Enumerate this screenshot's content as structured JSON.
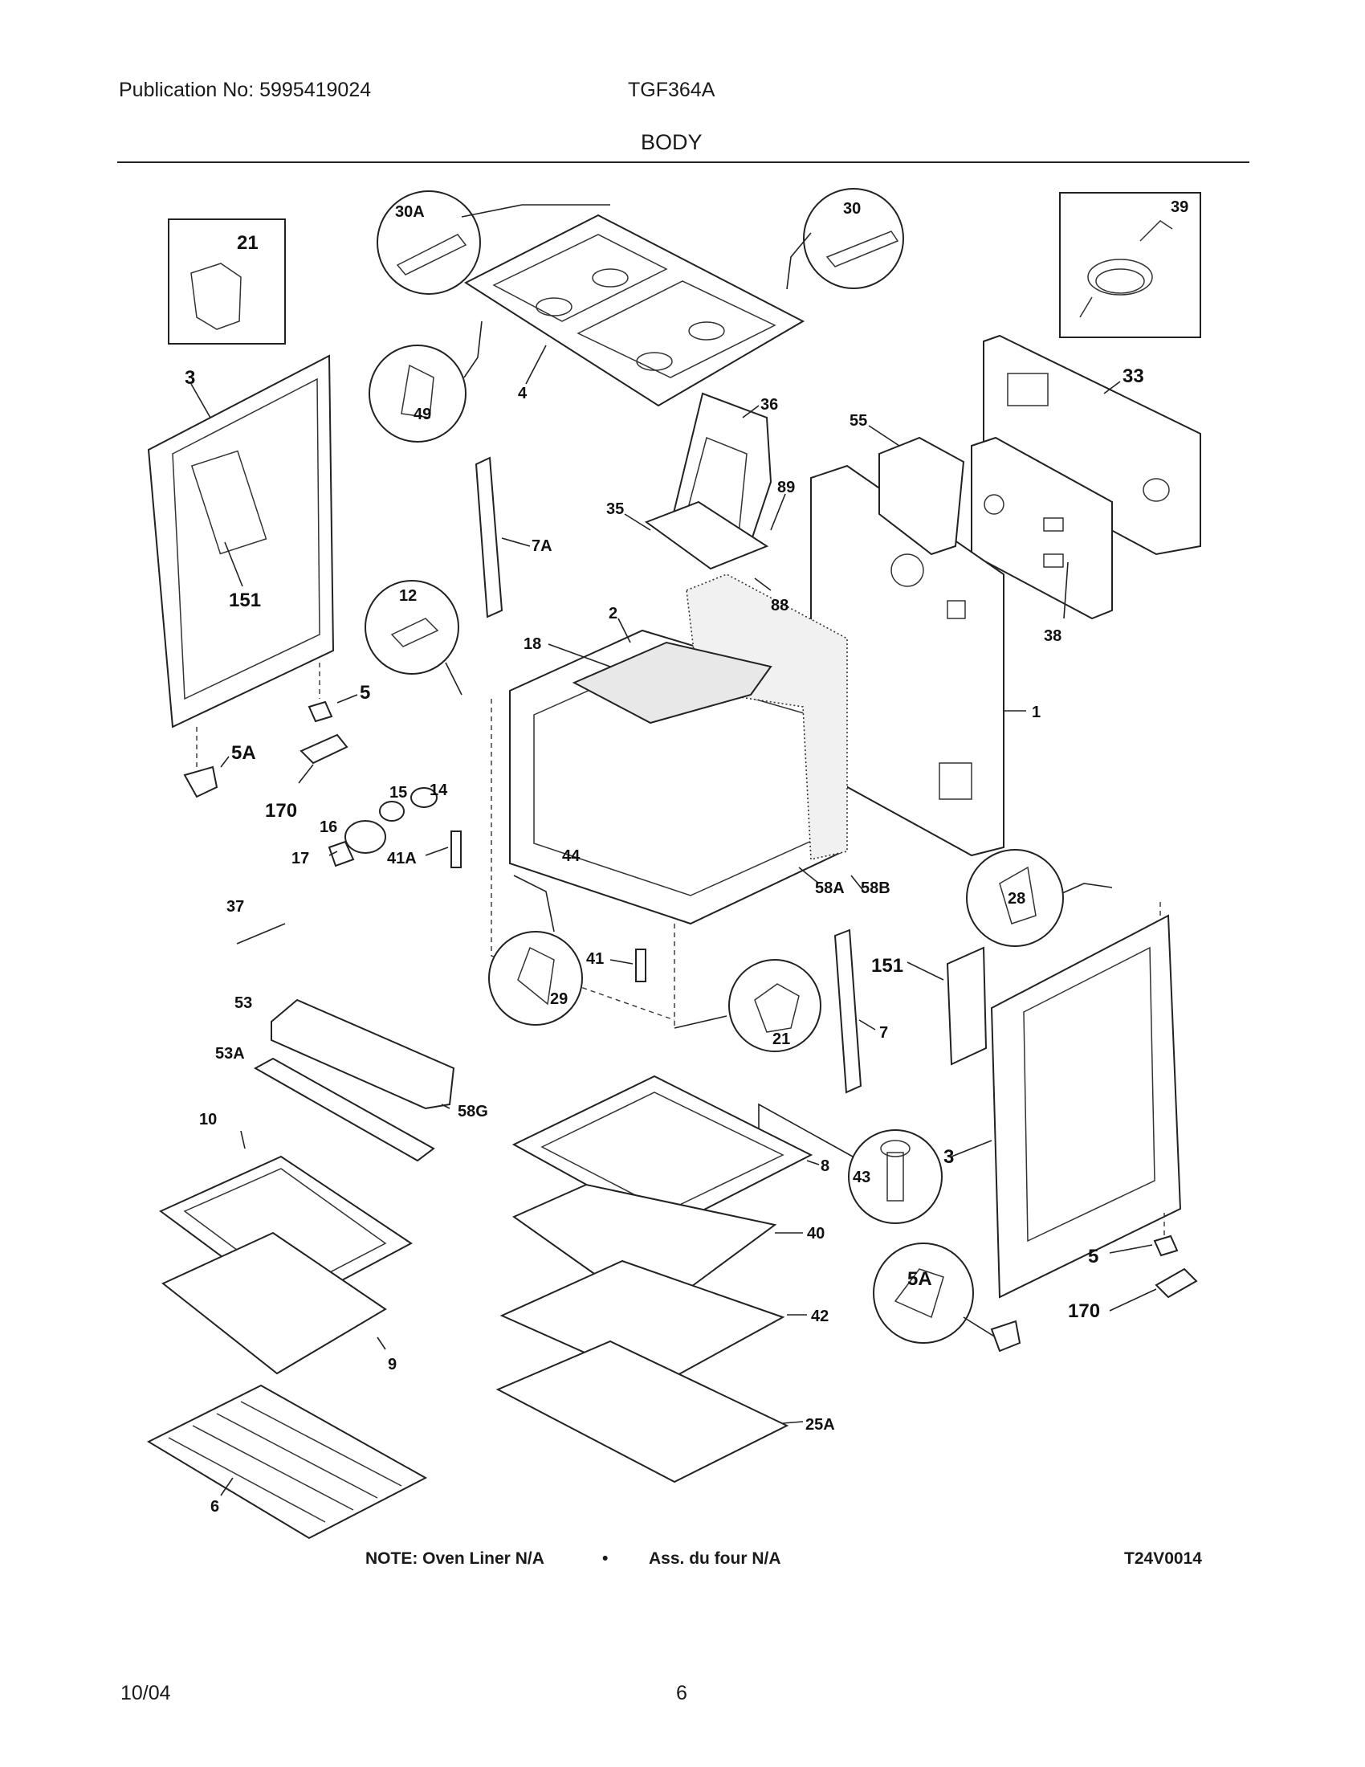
{
  "header": {
    "publication": "Publication No: 5995419024",
    "model": "TGF364A",
    "section": "BODY"
  },
  "parts": {
    "p30A": "30A",
    "p30": "30",
    "p39": "39",
    "p21_box": "21",
    "p3_left": "3",
    "p4": "4",
    "p49": "49",
    "p33": "33",
    "p36": "36",
    "p55": "55",
    "p35": "35",
    "p89": "89",
    "p7A": "7A",
    "p88": "88",
    "p151_left": "151",
    "p38": "38",
    "p12": "12",
    "p2": "2",
    "p18": "18",
    "p1": "1",
    "p5_left": "5",
    "p5A_left": "5A",
    "p170_left": "170",
    "p15": "15",
    "p14": "14",
    "p16": "16",
    "p17": "17",
    "p44": "44",
    "p41A": "41A",
    "p58A": "58A",
    "p58B": "58B",
    "p37": "37",
    "p28": "28",
    "p41": "41",
    "p151_right": "151",
    "p29": "29",
    "p21_circle": "21",
    "p7": "7",
    "p53": "53",
    "p53A": "53A",
    "p58G": "58G",
    "p10": "10",
    "p8": "8",
    "p43": "43",
    "p3_right": "3",
    "p40": "40",
    "p5A_right": "5A",
    "p5_right": "5",
    "p9": "9",
    "p42": "42",
    "p170_right": "170",
    "p25A": "25A",
    "p6": "6"
  },
  "footer": {
    "note": "NOTE: Oven Liner N/A",
    "bullet": "•",
    "note_fr": "Ass. du four N/A",
    "code": "T24V0014",
    "date": "10/04",
    "page": "6"
  }
}
